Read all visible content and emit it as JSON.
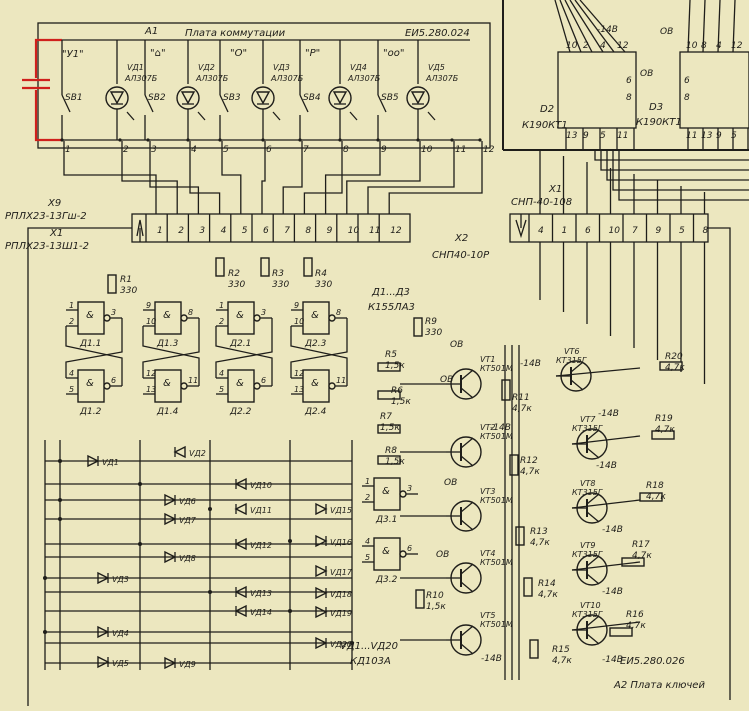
{
  "board_a1": {
    "ref": "A1",
    "title": "Плата коммутации",
    "doc_number": "ЕИ5.280.024",
    "symbols": [
      "\"У1\"",
      "\"⌂\"",
      "\"О\"",
      "\"Р\"",
      "\"оо\""
    ],
    "leds": [
      {
        "ref": "VД1",
        "part": "АЛ307Б"
      },
      {
        "ref": "VД2",
        "part": "АЛ307Б"
      },
      {
        "ref": "VД3",
        "part": "АЛ307Б"
      },
      {
        "ref": "VД4",
        "part": "АЛ307Б"
      },
      {
        "ref": "VД5",
        "part": "АЛ307Б"
      }
    ],
    "switches": [
      "SB1",
      "SB2",
      "SB3",
      "SB4",
      "SB5"
    ],
    "pins": [
      "1",
      "2",
      "3",
      "4",
      "5",
      "6",
      "7",
      "8",
      "9",
      "10",
      "11",
      "12"
    ]
  },
  "connectors": {
    "x9_label": "X9",
    "x9_part": "РПЛХ23-13Гш-2",
    "x1_label": "X1",
    "x1_part": "РПЛХ23-13Ш1-2",
    "x1_pins": [
      "1",
      "2",
      "3",
      "4",
      "5",
      "6",
      "7",
      "8",
      "9",
      "10",
      "11",
      "12"
    ],
    "x1r_label": "X1",
    "x1r_part": "СНП-40-108",
    "x2_label": "X2",
    "x2_part": "СНП40-10Р",
    "x2_pins": [
      "4",
      "1",
      "6",
      "10",
      "7",
      "9",
      "5",
      "8"
    ]
  },
  "chips": {
    "d2_ref": "D2",
    "d2_part": "К190КТ1",
    "d2_top_pins": [
      "10",
      "2",
      "4",
      "12"
    ],
    "d2_bottom_pins": [
      "13",
      "9",
      "5",
      "11"
    ],
    "d2_side_pins": [
      "6",
      "8"
    ],
    "d3_ref": "D3",
    "d3_part": "К190КТ1",
    "d3_top_pins": [
      "10",
      "8",
      "4",
      "12"
    ],
    "d3_bottom_pins": [
      "11",
      "13",
      "9",
      "5"
    ],
    "d3_side_pins": [
      "6",
      "8"
    ],
    "bus_labels": [
      "-14В",
      "ОВ",
      "ОВ"
    ]
  },
  "logic": {
    "gates": [
      {
        "ref": "Д1.1",
        "pins": "1 2 3",
        "sym": "&"
      },
      {
        "ref": "Д1.2",
        "pins": "4 5 6",
        "sym": "&"
      },
      {
        "ref": "Д1.3",
        "pins": "9 10 8",
        "sym": "&"
      },
      {
        "ref": "Д1.4",
        "pins": "12 13 11",
        "sym": "&"
      },
      {
        "ref": "Д2.1",
        "pins": "1 2 3",
        "sym": "&"
      },
      {
        "ref": "Д2.2",
        "pins": "4 5 6",
        "sym": "&"
      },
      {
        "ref": "Д2.3",
        "pins": "9 10 8",
        "sym": "&"
      },
      {
        "ref": "Д2.4",
        "pins": "12 13 11",
        "sym": "&"
      },
      {
        "ref": "Д3.1",
        "pins": "1 2 3",
        "sym": "&"
      },
      {
        "ref": "Д3.2",
        "pins": "4 5 6",
        "sym": "&"
      }
    ],
    "ic_note": "Д1...Д3",
    "ic_part": "К155ЛА3"
  },
  "resistors": [
    {
      "ref": "R1",
      "value": "330"
    },
    {
      "ref": "R2",
      "value": "330"
    },
    {
      "ref": "R3",
      "value": "330"
    },
    {
      "ref": "R4",
      "value": "330"
    },
    {
      "ref": "R5",
      "value": "1,5к"
    },
    {
      "ref": "R6",
      "value": "1,5к"
    },
    {
      "ref": "R7",
      "value": "1,5к"
    },
    {
      "ref": "R8",
      "value": "1,5к"
    },
    {
      "ref": "R9",
      "value": "330"
    },
    {
      "ref": "R10",
      "value": "1,5к"
    },
    {
      "ref": "R11",
      "value": "4,7к"
    },
    {
      "ref": "R12",
      "value": "4,7к"
    },
    {
      "ref": "R13",
      "value": "4,7к"
    },
    {
      "ref": "R14",
      "value": "4,7к"
    },
    {
      "ref": "R15",
      "value": "4,7к"
    },
    {
      "ref": "R16",
      "value": "4,7к"
    },
    {
      "ref": "R17",
      "value": "4,7к"
    },
    {
      "ref": "R18",
      "value": "4,7к"
    },
    {
      "ref": "R19",
      "value": "4,7к"
    },
    {
      "ref": "R20",
      "value": "4,7к"
    }
  ],
  "transistors": [
    {
      "ref": "VT1",
      "part": "КТ501М"
    },
    {
      "ref": "VT2",
      "part": "КТ501М"
    },
    {
      "ref": "VT3",
      "part": "КТ501М"
    },
    {
      "ref": "VT4",
      "part": "КТ501М"
    },
    {
      "ref": "VT5",
      "part": "КТ501М"
    },
    {
      "ref": "VT6",
      "part": "КТ315Г"
    },
    {
      "ref": "VT7",
      "part": "КТ315Г"
    },
    {
      "ref": "VT8",
      "part": "КТ315Г"
    },
    {
      "ref": "VT9",
      "part": "КТ315Г"
    },
    {
      "ref": "VT10",
      "part": "КТ315Г"
    }
  ],
  "diodes": [
    "VД1",
    "VД2",
    "VД3",
    "VД4",
    "VД5",
    "VД6",
    "VД7",
    "VД8",
    "VД9",
    "VД10",
    "VД11",
    "VД12",
    "VД13",
    "VД14",
    "VД15",
    "VД16",
    "VД17",
    "VД18",
    "VД19",
    "VД20"
  ],
  "diode_note": "VД1...VД20",
  "diode_part": "КД103А",
  "rail_labels": {
    "ov": "ОВ",
    "neg": "-14В"
  },
  "footer": {
    "doc_number": "ЕИ5.280.026",
    "board_title": "А2 Плата ключей"
  },
  "colors": {
    "paper": "#ece7bf",
    "ink": "#1f1e1a",
    "highlight": "#d0201c"
  }
}
